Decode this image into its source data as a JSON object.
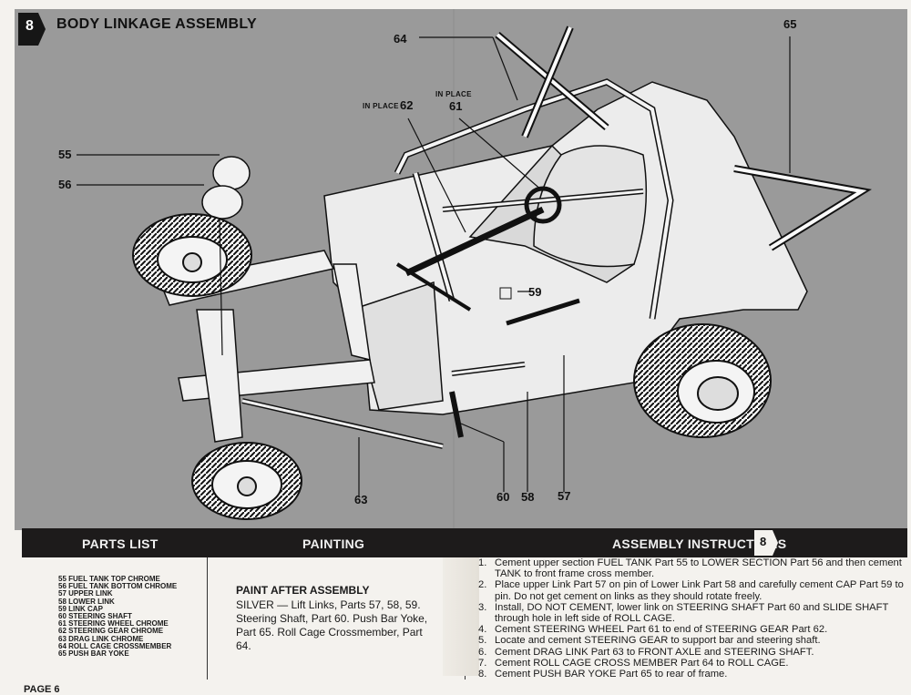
{
  "header": {
    "step_number": "8",
    "title": "BODY LINKAGE ASSEMBLY"
  },
  "callouts": {
    "c55": "55",
    "c56": "56",
    "c64": "64",
    "c65": "65",
    "c62": "62",
    "c61": "61",
    "c59": "59",
    "c63": "63",
    "c60": "60",
    "c58": "58",
    "c57": "57",
    "in_place_62": "IN PLACE",
    "in_place_61": "IN PLACE"
  },
  "bar": {
    "parts_list": "PARTS LIST",
    "painting": "PAINTING",
    "assembly": "ASSEMBLY INSTRUCTIONS",
    "assembly_step": "8"
  },
  "parts_list": [
    "55 FUEL TANK TOP CHROME",
    "56 FUEL TANK BOTTOM CHROME",
    "57 UPPER LINK",
    "58 LOWER LINK",
    "59 LINK CAP",
    "60 STEERING SHAFT",
    "61 STEERING WHEEL CHROME",
    "62 STEERING GEAR CHROME",
    "63 DRAG LINK CHROME",
    "64 ROLL CAGE CROSSMEMBER",
    "65 PUSH BAR YOKE"
  ],
  "painting": {
    "heading": "PAINT AFTER ASSEMBLY",
    "body": "SILVER — Lift Links, Parts 57, 58, 59. Steering Shaft, Part 60. Push Bar Yoke, Part 65. Roll Cage Crossmember, Part 64."
  },
  "instructions": [
    {
      "num": "1.",
      "text": "Cement upper section FUEL TANK Part 55 to LOWER SECTION Part 56 and then cement TANK to front frame cross member."
    },
    {
      "num": "2.",
      "text": "Place upper Link Part 57 on pin of Lower Link Part 58 and carefully cement CAP Part 59 to pin. Do not get cement on links as they should rotate freely."
    },
    {
      "num": "3.",
      "text": "Install, DO NOT CEMENT, lower link on STEERING SHAFT Part 60 and SLIDE SHAFT through hole in left side of ROLL CAGE."
    },
    {
      "num": "4.",
      "text": "Cement STEERING WHEEL Part 61 to end of STEERING GEAR Part 62."
    },
    {
      "num": "5.",
      "text": "Locate and cement STEERING GEAR to support bar and steering shaft."
    },
    {
      "num": "6.",
      "text": "Cement DRAG LINK Part 63 to FRONT AXLE and STEERING SHAFT."
    },
    {
      "num": "7.",
      "text": "Cement ROLL CAGE CROSS MEMBER Part 64 to ROLL CAGE."
    },
    {
      "num": "8.",
      "text": "Cement PUSH BAR YOKE Part 65 to rear of frame."
    }
  ],
  "footer": {
    "page": "PAGE 6"
  },
  "colors": {
    "illustration_bg": "#9a9a9a",
    "bar_bg": "#1d1b1b",
    "paper": "#f4f2ee"
  }
}
